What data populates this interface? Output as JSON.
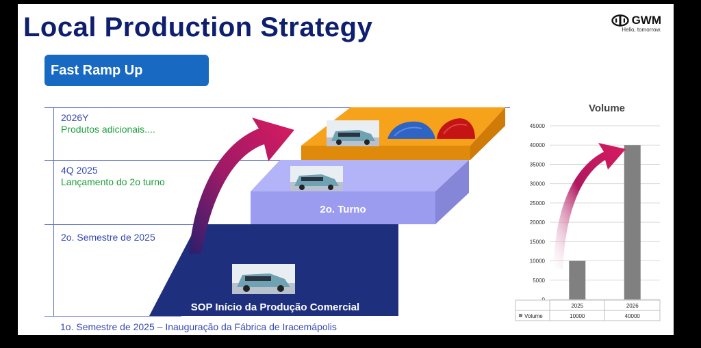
{
  "slide": {
    "title": "Local Production Strategy",
    "logo": {
      "name": "GWM",
      "tagline": "Hello, tomorrow."
    },
    "fast_ramp": "Fast Ramp Up"
  },
  "stages": [
    {
      "period": "2026Y",
      "desc": "Produtos adicionais...."
    },
    {
      "period": "4Q 2025",
      "desc": "Lançamento do 2o turno"
    },
    {
      "period": "2o. Semestre de 2025",
      "desc": ""
    }
  ],
  "bottom_label": "1o. Semestre de 2025 – Inauguração da Fábrica de Iracemápolis",
  "steps": {
    "top": "",
    "middle": "2o. Turno",
    "bottom": "SOP Início da Produção Comercial"
  },
  "colors": {
    "title": "#0d1f6e",
    "accent_blue": "#1769c2",
    "step_top": "#f39c12",
    "step_middle": "#9b9cf0",
    "step_bottom": "#1e2f7d",
    "arrow": "#c2185b",
    "bar": "#808080"
  },
  "chart_data": {
    "type": "bar",
    "title": "Volume",
    "categories": [
      "2025",
      "2026"
    ],
    "series": [
      {
        "name": "Volume",
        "values": [
          10000,
          40000
        ]
      }
    ],
    "ylim": [
      0,
      45000
    ],
    "yticks": [
      0,
      5000,
      10000,
      15000,
      20000,
      25000,
      30000,
      35000,
      40000,
      45000
    ],
    "grid": true,
    "data_table": true
  }
}
